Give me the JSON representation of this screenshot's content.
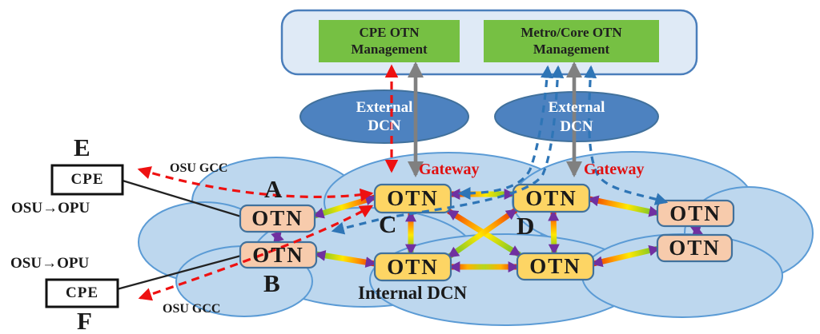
{
  "panel": {
    "cpe_management": "CPE OTN\nManagement",
    "metro_management": "Metro/Core OTN\nManagement"
  },
  "external_dcn": {
    "left": "External\nDCN",
    "right": "External\nDCN"
  },
  "gateway": {
    "left": "Gateway",
    "right": "Gateway"
  },
  "cloud": {
    "label": "Internal DCN"
  },
  "nodes": {
    "a": {
      "label": "OTN",
      "tag": "A"
    },
    "b": {
      "label": "OTN",
      "tag": "B"
    },
    "c": {
      "label": "OTN",
      "tag": "C"
    },
    "d": {
      "label": "OTN",
      "tag": "D"
    },
    "bottom_left": {
      "label": "OTN"
    },
    "bottom_right": {
      "label": "OTN"
    },
    "right_top": {
      "label": "OTN"
    },
    "right_bottom": {
      "label": "OTN"
    }
  },
  "cpe_sites": {
    "e": {
      "tag": "E",
      "label": "CPE",
      "conversion": "OSU→OPU",
      "channel": "OSU GCC"
    },
    "f": {
      "tag": "F",
      "label": "CPE",
      "conversion": "OSU→OPU",
      "channel": "OSU GCC"
    }
  },
  "colors": {
    "management_green": "#76c043",
    "panel_fill": "#dfeaf6",
    "panel_stroke": "#4a7ebb",
    "external_dcn_blue": "#4d82c0",
    "cloud_fill": "#bdd7ee",
    "cloud_stroke": "#5b9bd5",
    "pink_node": "#f7cbac",
    "yellow_node": "#fdd564",
    "node_border": "#41719c",
    "red_arrow": "#ee1111",
    "blue_arrow": "#2e75b6",
    "gray_arrow": "#808080",
    "gateway_text": "#e01010"
  }
}
